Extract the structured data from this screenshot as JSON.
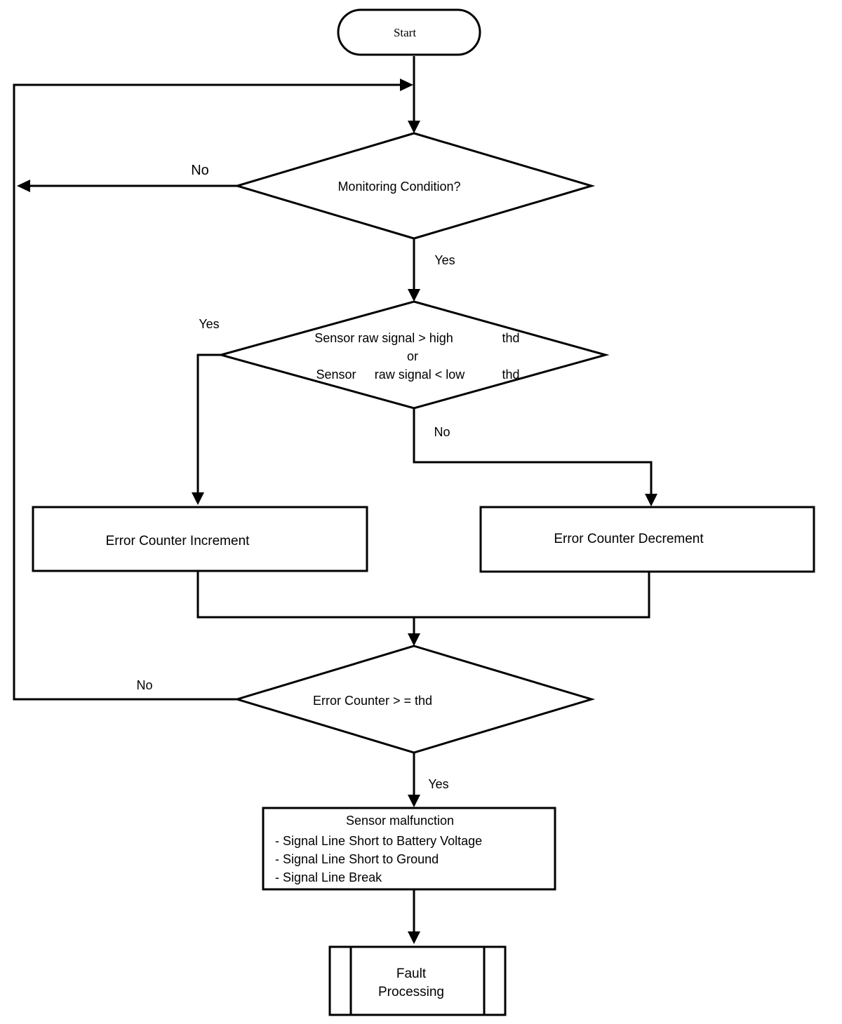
{
  "nodes": {
    "start": "Start",
    "monitoring": "Monitoring Condition?",
    "sensor_check": {
      "line1_a": "Sensor raw signal > high",
      "line1_b": "thd",
      "line2": "or",
      "line3_a": "Sensor",
      "line3_b": "raw signal < low",
      "line3_c": "thd"
    },
    "increment": "Error Counter Increment",
    "decrement": "Error Counter Decrement",
    "counter_check": "Error Counter > = thd",
    "malfunction": {
      "title": "Sensor malfunction",
      "items": [
        "- Signal Line Short to Battery Voltage",
        "- Signal Line Short to Ground",
        "- Signal Line Break"
      ]
    },
    "fault": {
      "line1": "Fault",
      "line2": "Processing"
    }
  },
  "edge_labels": {
    "monitoring_no": "No",
    "monitoring_yes": "Yes",
    "sensor_yes": "Yes",
    "sensor_no": "No",
    "counter_no": "No",
    "counter_yes": "Yes"
  }
}
